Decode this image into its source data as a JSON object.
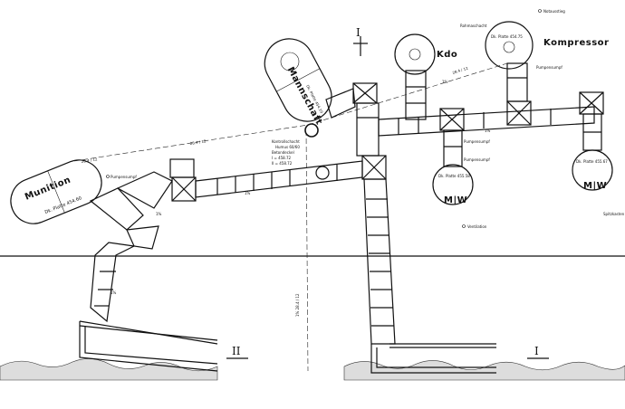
{
  "rooms": {
    "munition": {
      "name": "Munition",
      "plate": "Dk. Platte 454.60"
    },
    "mannschaft": {
      "name": "Mannschaft",
      "plate": "Dk. Platte 454.19"
    },
    "kdo": {
      "name": "Kdo"
    },
    "kompressor": {
      "name": "Kompressor",
      "plate": "Dk. Platte 454.75",
      "note": "Rohmaschacht"
    },
    "mw_left": {
      "name": "M|W",
      "plate": "Dk. Platte 455.58"
    },
    "mw_right": {
      "name": "M|W",
      "plate": "Dk. Platte 455.67"
    }
  },
  "annotations": {
    "pumpensumpf_left": "Pumpensumpf",
    "pumpensumpf_mid": "Pumpensumpf",
    "pumpensumpf_right": "Pumpensumpf",
    "ventilation": "Ventilation",
    "notausstieg": "Notausstieg",
    "spritzk": "Spitzkasten",
    "kontrollschacht": "Kontrollschacht",
    "kontroll_line2": "Humus 60/60",
    "kontroll_line3": "Betondeckel",
    "kontroll_line4": "I = 458.72",
    "kontroll_line5": "II = 458.72",
    "slope_1pct_a": "1%",
    "slope_1pct_b": "1%",
    "slope_1pct_c": "1%",
    "slope_1pct_d": "1%",
    "slope_1pct_e": "1%",
    "section_main": "28.4 / 12",
    "section_left": "28.4 / 12",
    "section_right": "28.4 / 12",
    "section_vert": "1% 28.4 / 12"
  },
  "sections": {
    "top": "I",
    "bottom_right": "I",
    "bottom_left": "II"
  }
}
